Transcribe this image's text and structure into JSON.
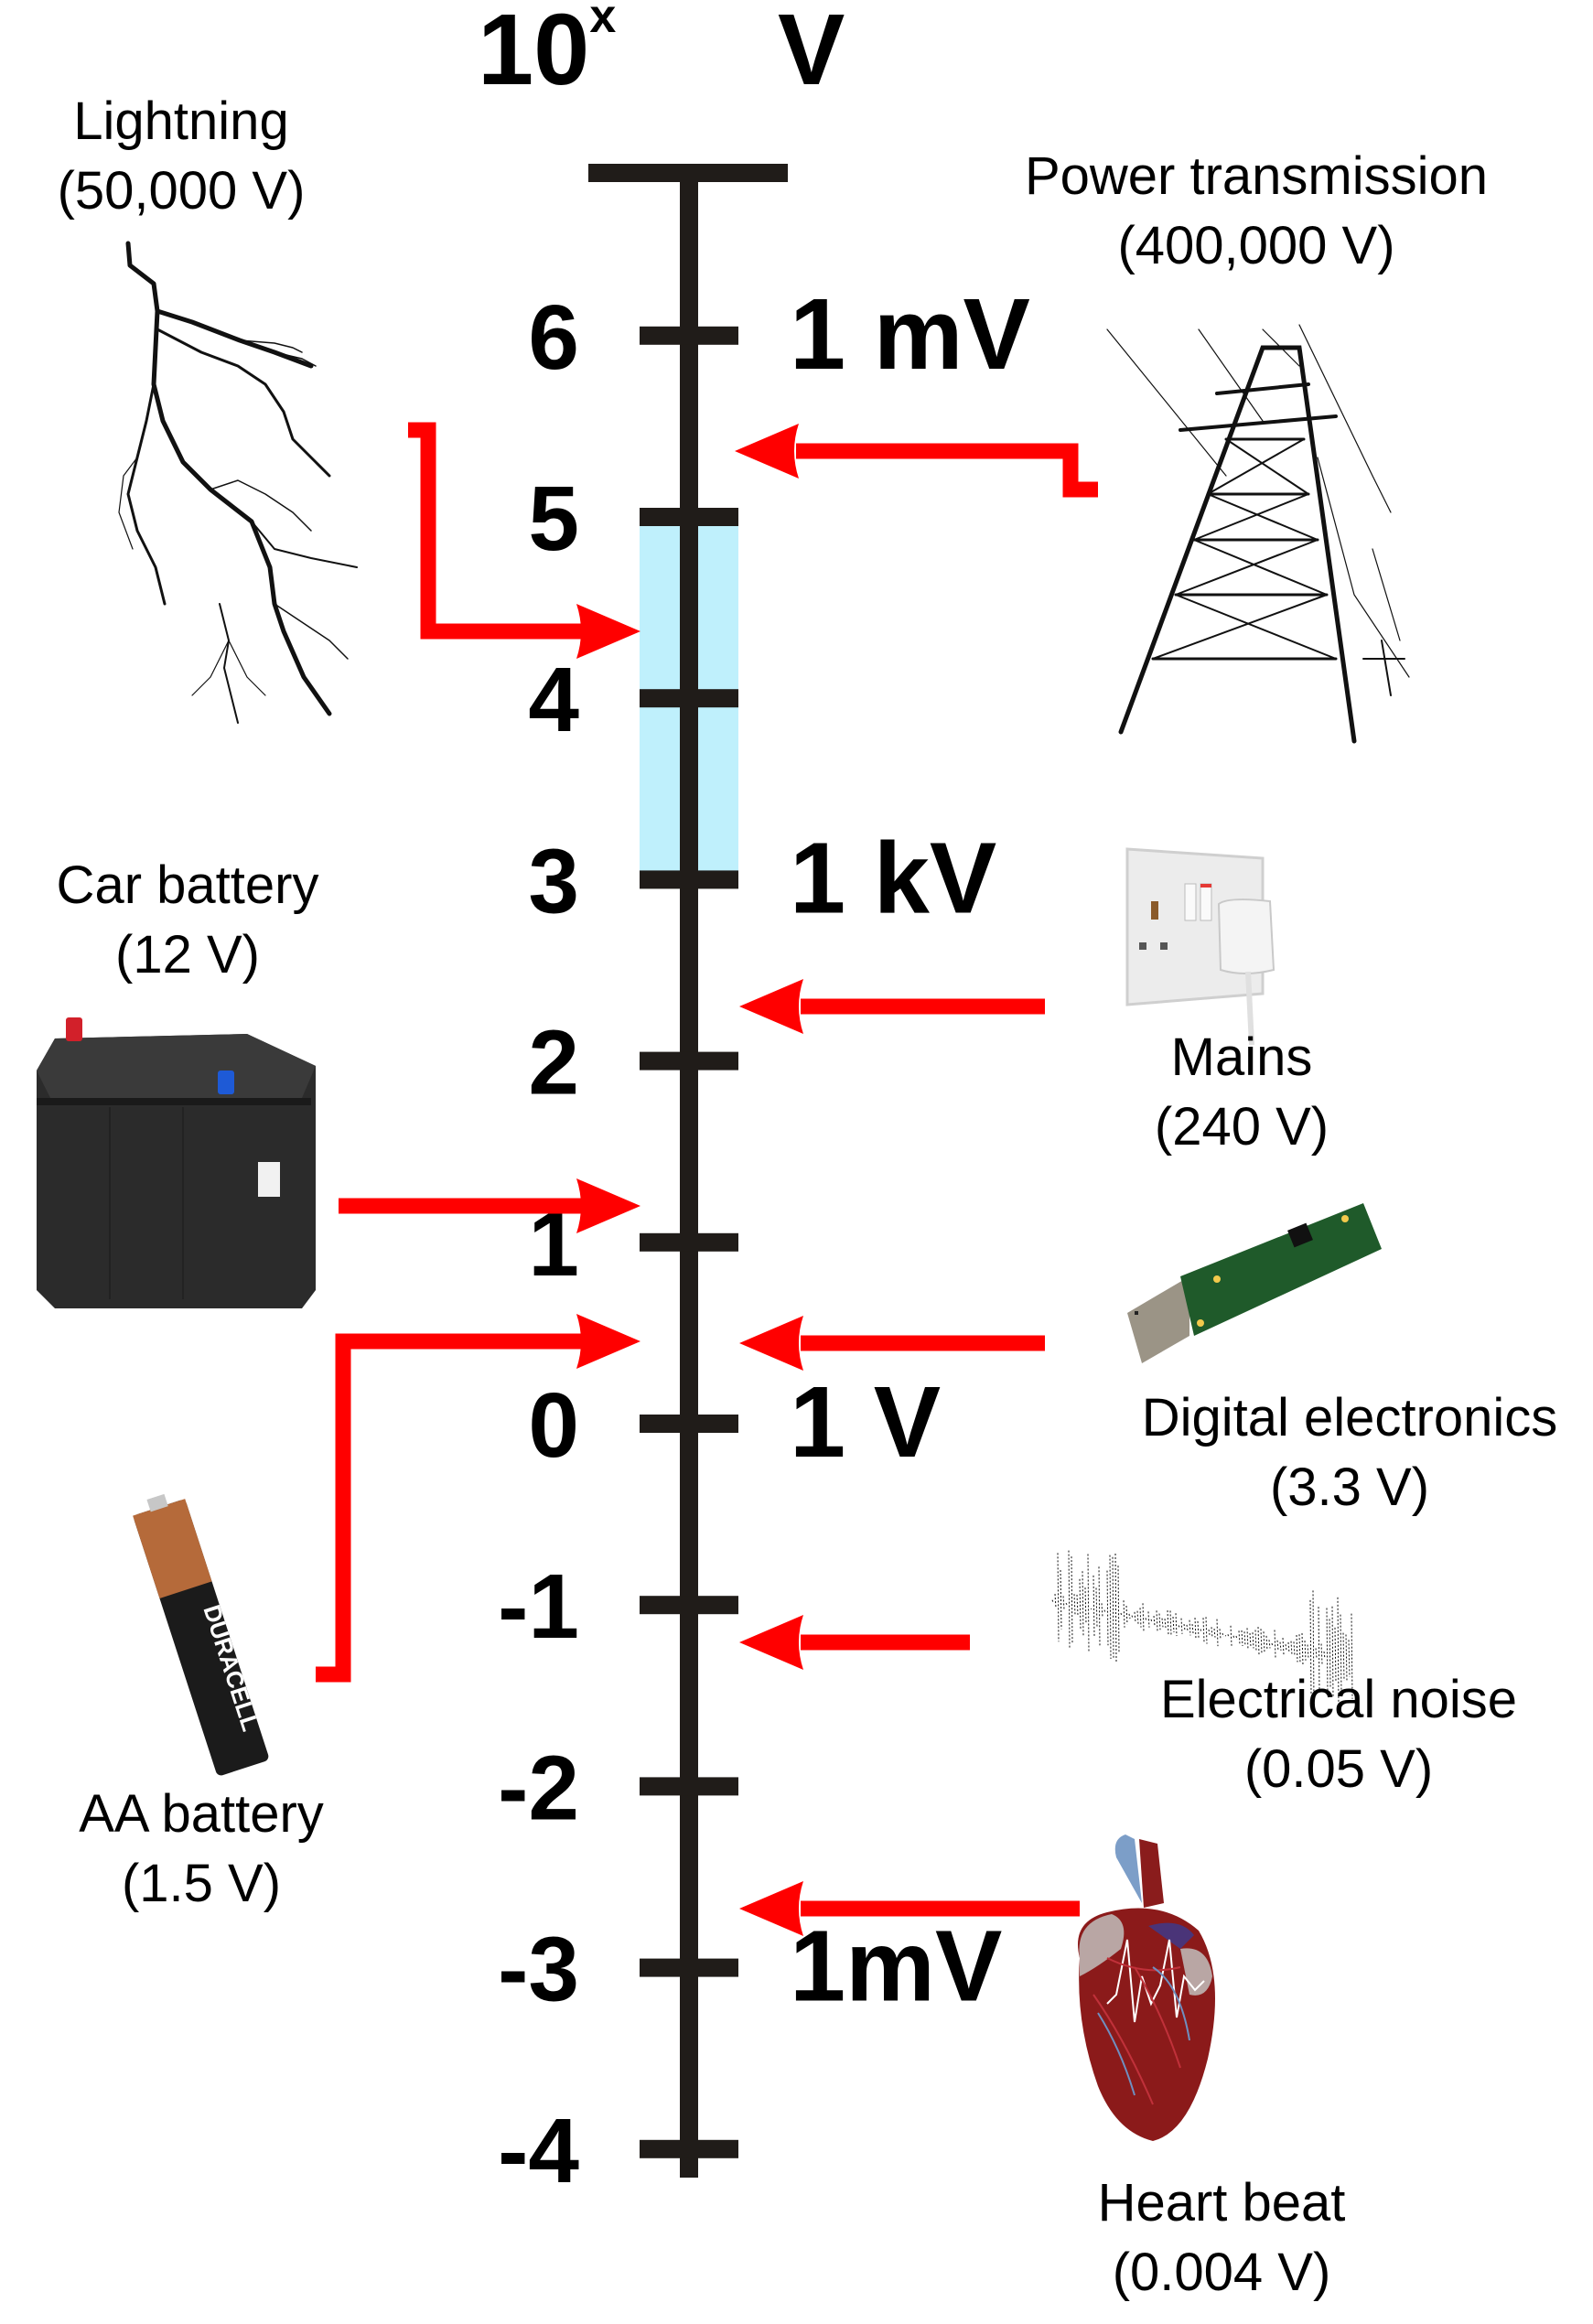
{
  "header": {
    "exponent_label_base": "10",
    "exponent_label_sup": "x",
    "unit_label": "V"
  },
  "chart_data": {
    "type": "scale",
    "title": "Voltage scale (log10)",
    "axis": {
      "label_left": "10^x",
      "label_right": "V",
      "range": [
        -4,
        7
      ]
    },
    "ticks": [
      6,
      5,
      4,
      3,
      2,
      1,
      0,
      -1,
      -2,
      -3,
      -4
    ],
    "tick_labels": [
      "6",
      "5",
      "4",
      "3",
      "2",
      "1",
      "0",
      "-1",
      "-2",
      "-3",
      "-4"
    ],
    "unit_markers": [
      {
        "exponent": 6,
        "label": "1 mV"
      },
      {
        "exponent": 3,
        "label": "1 kV"
      },
      {
        "exponent": 0,
        "label": "1 V"
      },
      {
        "exponent": -3,
        "label": "1mV"
      }
    ],
    "highlight_band": {
      "from": 3,
      "to": 5,
      "color": "#bff0fc"
    },
    "axis_color": "#201c19",
    "arrow_color": "#ff0000",
    "items": [
      {
        "name": "Lightning",
        "value_text": "(50,000 V)",
        "volts": 50000,
        "log10": 4.7,
        "side": "left",
        "icon": "lightning-icon"
      },
      {
        "name": "Power transmission",
        "value_text": "(400,000 V)",
        "volts": 400000,
        "log10": 5.6,
        "side": "right",
        "icon": "power-pylon-icon"
      },
      {
        "name": "Car battery",
        "value_text": "(12 V)",
        "volts": 12,
        "log10": 1.08,
        "side": "left",
        "icon": "car-battery-icon"
      },
      {
        "name": "Mains",
        "value_text": "(240 V)",
        "volts": 240,
        "log10": 2.38,
        "side": "right",
        "icon": "wall-socket-icon"
      },
      {
        "name": "Digital electronics",
        "value_text": "(3.3 V)",
        "volts": 3.3,
        "log10": 0.52,
        "side": "right",
        "icon": "usb-board-icon"
      },
      {
        "name": "AA battery",
        "value_text": "(1.5 V)",
        "volts": 1.5,
        "log10": 0.18,
        "side": "left",
        "icon": "aa-battery-icon"
      },
      {
        "name": "Electrical noise",
        "value_text": "(0.05 V)",
        "volts": 0.05,
        "log10": -1.3,
        "side": "right",
        "icon": "noise-waveform-icon"
      },
      {
        "name": "Heart beat",
        "value_text": "(0.004 V)",
        "volts": 0.004,
        "log10": -2.4,
        "side": "right",
        "icon": "heart-icon"
      }
    ]
  }
}
